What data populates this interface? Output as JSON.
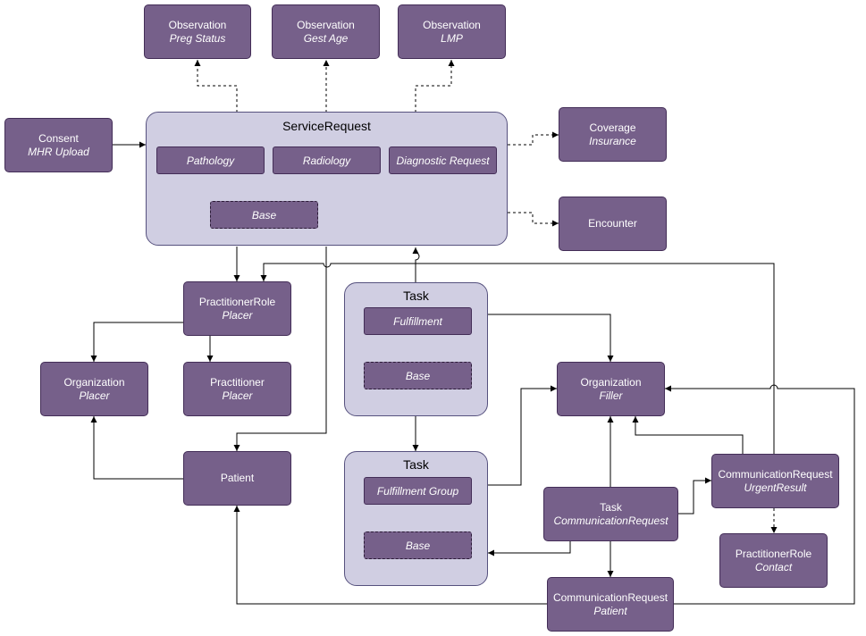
{
  "colors": {
    "node_fill": "#76608a",
    "node_border": "#432d57",
    "container_fill": "#d0cee2",
    "container_border": "#56517e"
  },
  "nodes": {
    "obs_preg": {
      "title": "Observation",
      "subtitle": "Preg Status"
    },
    "obs_gest": {
      "title": "Observation",
      "subtitle": "Gest Age"
    },
    "obs_lmp": {
      "title": "Observation",
      "subtitle": "LMP"
    },
    "consent": {
      "title": "Consent",
      "subtitle": "MHR Upload"
    },
    "coverage": {
      "title": "Coverage",
      "subtitle": "Insurance"
    },
    "encounter": {
      "title": "Encounter"
    },
    "prac_role_placer": {
      "title": "PractitionerRole",
      "subtitle": "Placer"
    },
    "org_placer": {
      "title": "Organization",
      "subtitle": "Placer"
    },
    "practitioner_placer": {
      "title": "Practitioner",
      "subtitle": "Placer"
    },
    "patient": {
      "title": "Patient"
    },
    "org_filler": {
      "title": "Organization",
      "subtitle": "Filler"
    },
    "comm_req_urgent": {
      "title": "CommunicationRequest",
      "subtitle": "UrgentResult"
    },
    "task_comm": {
      "title": "Task",
      "subtitle": "CommunicationRequest"
    },
    "prac_role_contact": {
      "title": "PractitionerRole",
      "subtitle": "Contact"
    },
    "comm_req_patient": {
      "title": "CommunicationRequest",
      "subtitle": "Patient"
    }
  },
  "service_request": {
    "title": "ServiceRequest",
    "pathology": "Pathology",
    "radiology": "Radiology",
    "diagnostic": "Diagnostic Request",
    "base": "Base"
  },
  "task_fulfillment": {
    "title": "Task",
    "inner": "Fulfillment",
    "base": "Base"
  },
  "task_group": {
    "title": "Task",
    "inner": "Fulfillment Group",
    "base": "Base"
  }
}
